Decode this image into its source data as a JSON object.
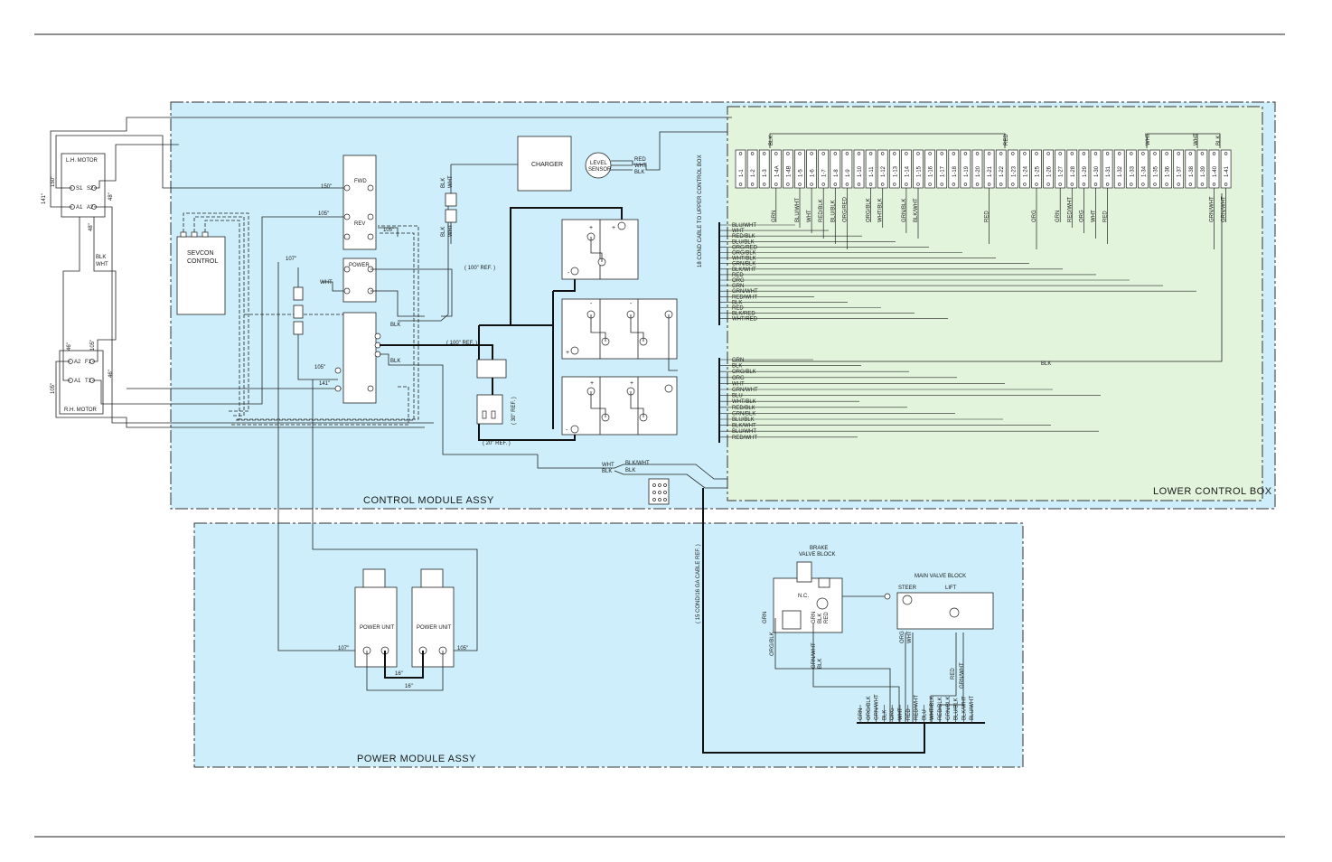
{
  "modules": {
    "control": "CONTROL MODULE ASSY",
    "power": "POWER MODULE ASSY",
    "lower": "LOWER CONTROL BOX"
  },
  "components": {
    "lh_motor": "L.H. MOTOR",
    "rh_motor": "R.H. MOTOR",
    "sevcon_line1": "SEVCON",
    "sevcon_line2": "CONTROL",
    "charger": "CHARGER",
    "level_sensor_line1": "LEVEL",
    "level_sensor_line2": "SENSOR",
    "fwd": "FWD",
    "rev": "REV",
    "power": "POWER",
    "power_unit_1": "POWER UNIT",
    "power_unit_2": "POWER UNIT",
    "brake_valve_line1": "BRAKE",
    "brake_valve_line2": "VALVE BLOCK",
    "main_valve": "MAIN VALVE BLOCK",
    "steer": "STEER",
    "lift": "LIFT",
    "nc": "N.C."
  },
  "motor_terminals": {
    "lh": [
      "S1",
      "S2",
      "A1",
      "A2"
    ],
    "rh": [
      "A2",
      "F1",
      "A1",
      "T1"
    ]
  },
  "wire_lengths": {
    "w150": "150\"",
    "w105a": "105\"",
    "w105b": "105\"",
    "w105c": "105\"",
    "w105d": "105\"",
    "w107a": "107\"",
    "w107b": "107\"",
    "w141a": "141\"",
    "w141b": "141\"",
    "w48a": "48\"",
    "w48b": "48\"",
    "w46a": "46\"",
    "w46b": "46\"",
    "w16a": "16\"",
    "w16b": "16\""
  },
  "refs": {
    "r100a": "( 100\" REF. )",
    "r100b": "( 100\" REF. )",
    "r30": "( 30\" REF. )",
    "r20": "( 20\" REF. )",
    "cable18": "18 COND CABLE TO UPPER CONTROL BOX",
    "cable15": "( 15 COND/16 GA CABLE REF. )"
  },
  "colors": {
    "module_fill": "#cdeefa",
    "lower_box_fill": "#e3f4dd",
    "wire": "#222222"
  },
  "terminals": [
    "1-1",
    "1-2",
    "1-3",
    "1-4A",
    "1-4B",
    "1-5",
    "1-6",
    "1-7",
    "1-8",
    "1-9",
    "1-10",
    "1-11",
    "1-12",
    "1-13",
    "1-14",
    "1-15",
    "1-16",
    "1-17",
    "1-18",
    "1-19",
    "1-20",
    "1-21",
    "1-22",
    "1-23",
    "1-24",
    "1-25",
    "1-26",
    "1-27",
    "1-28",
    "1-29",
    "1-30",
    "1-31",
    "1-32",
    "1-33",
    "1-34",
    "1-35",
    "1-36",
    "1-37",
    "1-38",
    "1-39",
    "1-40",
    "1-41"
  ],
  "top_wire_labels": {
    "blk1": "BLK",
    "red1": "RED",
    "wht1": "WHT",
    "wht2": "WHT",
    "blk2": "BLK"
  },
  "terminal_drops": [
    "GRN",
    "BLU/WHT",
    "WHT",
    "RED/BLK",
    "BLU/BLK",
    "ORG/RED",
    "ORG/BLK",
    "WHT/BLK",
    "GRN/BLK",
    "BLK/WHT",
    "RED",
    "ORG",
    "GRN",
    "RED/WHT",
    "ORG",
    "WHT",
    "RED",
    "GRN/WHT",
    "GRN/WHT"
  ],
  "cable1_wires": [
    "BLU/WHT",
    "WHT",
    "RED/BLK",
    "BLU/BLK",
    "ORG/RED",
    "ORG/BLK",
    "WHT/BLK",
    "GRN/BLK",
    "BLK/WHT",
    "RED",
    "ORG",
    "GRN",
    "GRN/WHT",
    "RED/WHT",
    "BLK",
    "RED",
    "BLK/RED",
    "WHT/RED"
  ],
  "cable2_wires": [
    "GRN",
    "BLK",
    "ORG/BLK",
    "ORG",
    "WHT",
    "GRN/WHT",
    "BLU",
    "WHT/BLK",
    "RED/BLK",
    "GRN/BLK",
    "BLU/BLK",
    "BLK/WHT",
    "BLU/WHT",
    "RED/WHT"
  ],
  "cable2_extra": "BLK",
  "sensor_wires": [
    "RED",
    "WHT",
    "BLK"
  ],
  "charger_side_labels": [
    "BLK",
    "WHT",
    "BLK",
    "WHT"
  ],
  "contactor_labels": {
    "wht": "WHT",
    "blk1": "BLK",
    "blk2": "BLK"
  },
  "connector_wires": {
    "left": [
      "WHT",
      "BLK"
    ],
    "right": [
      "BLK/WHT",
      "BLK"
    ]
  },
  "valve_wires": {
    "brake_left": [
      "GRN",
      "ORG/BLK"
    ],
    "brake_mid": [
      "GRN",
      "BLK",
      "RED"
    ],
    "brake_lower": [
      "GRN/WHT",
      "BLK"
    ],
    "steer": [
      "ORG",
      "WHT"
    ],
    "lift": [
      "RED",
      "GRN/WHT"
    ]
  },
  "bottom_harness": [
    "GRN",
    "ORG/BLK",
    "GRN/WHT",
    "BLK",
    "ORG",
    "WHT",
    "RED",
    "RED/WHT",
    "BLU",
    "WHT/BLK",
    "RED/BLK",
    "GRN/BLK",
    "BLU/BLK",
    "BLK/WHT",
    "BLU/WHT"
  ]
}
